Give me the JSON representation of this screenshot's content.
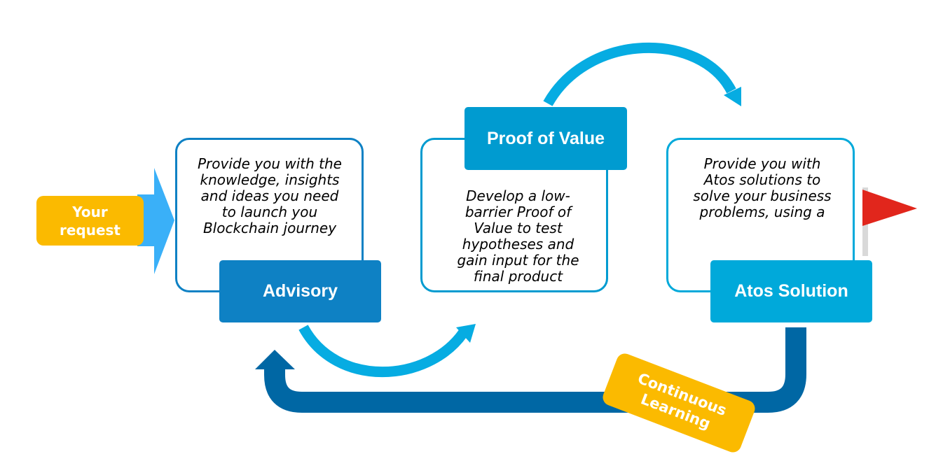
{
  "request": {
    "label": "Your\nrequest",
    "color": "#fbba00",
    "arrow_color": "#3ab0f8"
  },
  "stages": [
    {
      "title": "Advisory",
      "description": "Provide you with the knowledge, insights and ideas you need to launch you Blockchain journey",
      "color": "#0e81c4"
    },
    {
      "title": "Proof of Value",
      "description": "Develop a low-barrier Proof of Value to test hypotheses and gain input for the final product",
      "color": "#009bd0"
    },
    {
      "title": "Atos Solution",
      "description": "Provide you with Atos solutions to solve your business problems, using a",
      "color": "#00a9da"
    }
  ],
  "loop": {
    "label": "Continuous\nLearning",
    "label_color": "#fbba00",
    "arrow_color": "#0067a4",
    "curve_color": "#06ace2"
  },
  "flag": {
    "icon": "red-flag-icon",
    "color": "#e1261c"
  }
}
